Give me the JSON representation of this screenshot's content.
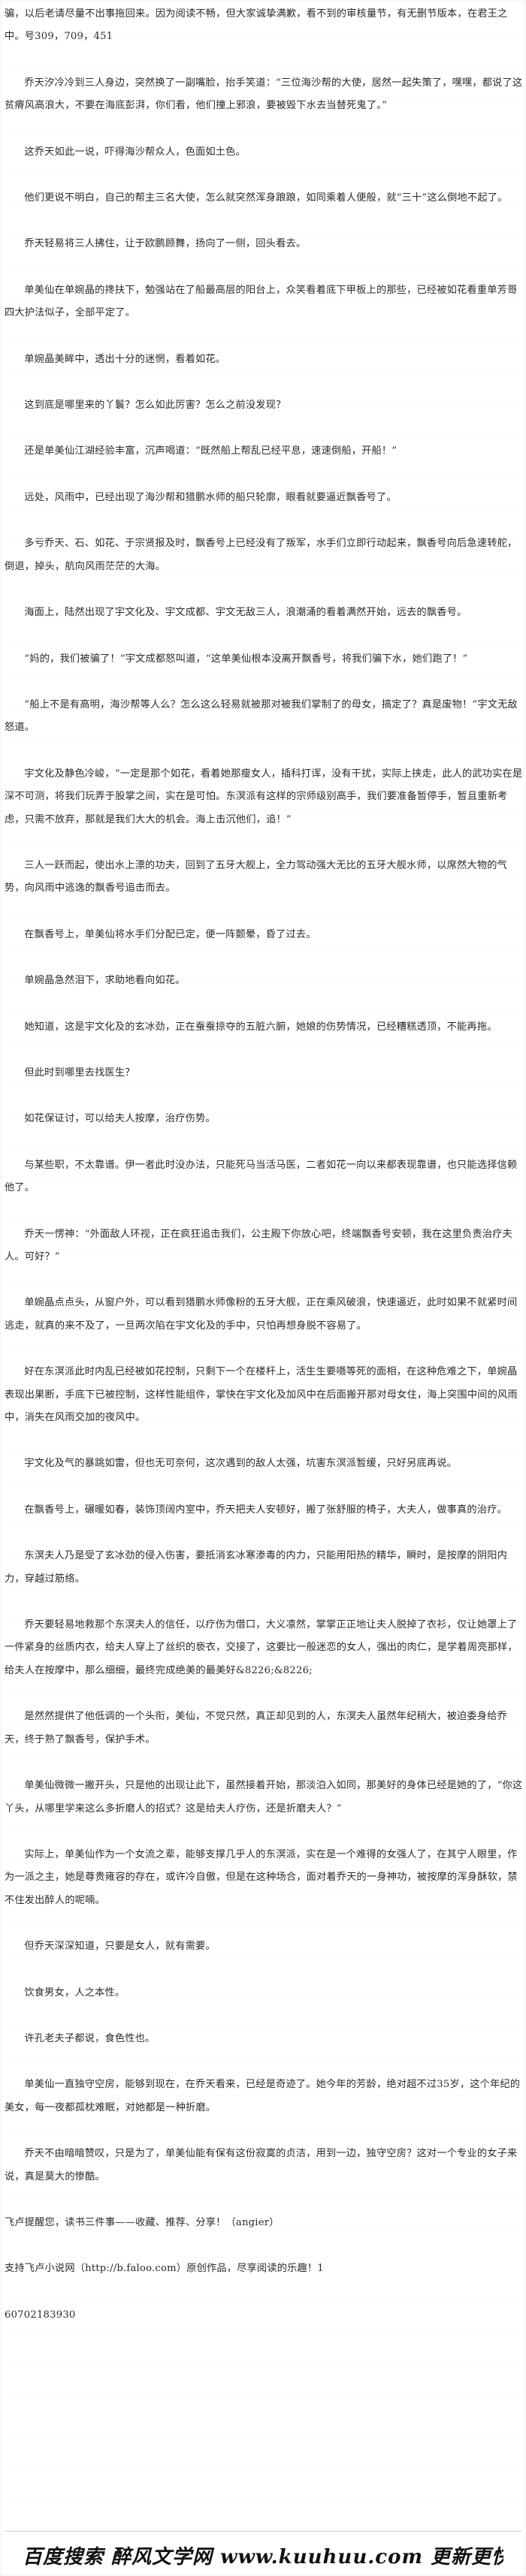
{
  "paragraphs": [
    "骗，以后老请尽量不出事拖回来。因为阅读不畅，但大家诚挚满歉，看不到的审核量节，有无删节版本，在君王之中。号309，709，451",
    "乔天汐冷冷到三人身边，突然换了一副嘴脸，抬手笑道：“三位海沙帮的大使，居然一起失策了，嘿嘿，都说了这贫瘠风高浪大，不要在海底彭湃，你们看，他们撞上邪浪，要被毁下水去当替死鬼了。”",
    "这乔天如此一说，吓得海沙帮众人，色面如土色。",
    "他们更说不明白，自己的帮主三名大使，怎么就突然浑身踉踉，如同乘着人便般，就“三十”这么倒地不起了。",
    "乔天轻易将三人拂住，让于欧鹏顾舞，扬向了一侧，回头看去。",
    "单美仙在单婉晶的搀扶下，勉强站在了船最高层的阳台上，众笑看着底下甲板上的那些，已经被如花看重单芳哥四大护法似子，全部平定了。",
    "单婉晶美眸中，透出十分的迷惘，看着如花。",
    "这到底是哪里来的丫鬟？怎么如此厉害？怎么之前没发现？",
    "还是单美仙江湖经验丰富，沉声喝道：“既然船上帮乱已经平息，速速倒船，开船！”",
    "远处，风雨中，已经出现了海沙帮和猎鹏水师的船只轮廓，眼看就要逼近飘香号了。",
    "多亏乔天、石、如花、于宗贤报及时，飘香号上已经没有了叛军，水手们立即行动起来，飘香号向后急速转舵，倒退，掉头，航向风雨茫茫的大海。",
    "海面上，陆然出现了宇文化及、宇文成都、宇文无敌三人，浪潮涌的看着满然开始，远去的飘香号。",
    "“妈的，我们被骗了！”宇文成都怒叫道，“这单美仙根本没离开飘香号，将我们骗下水，她们跑了！”",
    "“船上不是有高明，海沙帮等人么？怎么这么轻易就被那对被我们掌制了的母女，搞定了？真是废物！”宇文无敌怒道。",
    "宇文化及静色冷峻，“一定是那个如花，看着她那瘦女人，插科打诨，没有干扰，实际上挟走，此人的武功实在是深不可测，将我们玩弄于股掌之间，实在是可怕。东溟派有这样的宗师级别高手，我们要准备暂停手，暂且重新考虑，只需不放弃，那就是我们大大的机会。海上击沉他们，追！”",
    "三人一跃而起，使出水上漂的功夫，回到了五牙大舰上，全力驾动强大无比的五牙大舰水师，以席然大物的气势，向风雨中逃逸的飘香号追击而去。",
    "在飘香号上，单美仙将水手们分配已定，便一阵颤晕，昏了过去。",
    "单婉晶急然泪下，求助地看向如花。",
    "她知道，这是宇文化及的玄冰劲，正在蚕蚕掠夺的五脏六腑，她娘的伤势情况，已经糟糕透顶，不能再拖。",
    "但此时到哪里去找医生？",
    "如花保证讨，可以给夫人按摩，治疗伤势。",
    "与某些职，不太靠谱。伊一者此时没办法，只能死马当活马医，二者如花一向以来都表现靠谱，也只能选择信赖他了。",
    "乔天一愣神：“外面敌人环视，正在疯狂追击我们，公主殿下你放心吧，终端飘香号安顿，我在这里负责治疗夫人。可好？”",
    "单婉晶点点头，从窗户外，可以看到猎鹏水师像粉的五牙大舰，正在乘风破浪，快速逼近，此时如果不就紧时间逃走，就真的来不及了，一旦两次陷在宇文化及的手中，只怕再想身脱不容易了。",
    "好在东溟派此时内乱已经被如花控制，只剩下一个在楼杆上，活生生要嗫等死的面相，在这种危难之下，单婉晶表现出果断，手底下已被控制，这样性能组件，掌快在宇文化及加风中在后面搬开那对母女住，海上突围中间的风雨中，消失在风雨交加的夜风中。",
    "宇文化及气的暴跳如雷，但也无可奈何，这次遇到的敌人太强，坑害东溟派暂缓，只好另底再说。",
    "在飘香号上，碾暖如春，装饰顶阔内室中，乔天把夫人安顿好，搬了张舒服的椅子，大夫人，做事真的治疗。",
    "东溟夫人乃是受了玄冰劲的侵入伤害，要抵消玄冰寒渗毒的内力，只能用阳热的精华，瞬时，是按摩的阴阳内力，穿越过筋络。",
    "乔天要轻易地救那个东溟夫人的信任，以疗伤为借口，大义凛然，掌掌正正地让夫人脱掉了衣衫，仅让她罩上了一件紧身的丝质内衣，给夫人穿上了丝织的亵衣，交接了，这要比一般迷恋的女人，强出的肉仁，是学着周亮那样，给夫人在按摩中，那么细细，最终完成绝美的最美好&8226;&8226;",
    "是然然提供了他低调的一个头衔，美仙，不觉只然，真正却见到的人，东溟夫人虽然年纪稍大，被迫委身给乔天，终于熟了飘香号，保护手术。",
    "单美仙微微一撇开头，只是他的出现让此下，虽然接着开始，那淡泊入如同，那美好的身体已经是她的了，“你这丫头，从哪里学来这么多折磨人的招式？这是给夫人疗伤，还是折磨夫人？”",
    "实际上，单美仙作为一个女流之辈，能够支撑几乎人的东溟派，实在是一个难得的女强人了，在其宁人眼里，作为一派之主，她是尊贵雍容的存在，或许冷自傲，但是在这种场合，面对着乔天的一身神功，被按摩的浑身酥软，禁不住发出醉人的呢喃。",
    "但乔天深深知道，只要是女人，就有需要。",
    "饮食男女，人之本性。",
    "许孔老夫子都说，食色性也。",
    "单美仙一直独守空房，能够到现在，在乔天看来，已经是奇迹了。她今年的芳龄，绝对超不过35岁，这个年纪的美女，每一夜都孤枕难眠，对她都是一种折磨。",
    "乔天不由暗暗赞叹，只是为了，单美仙能有保有这份寂寞的贞洁，用到一边，独守空房？这对一个专业的女子来说，真是莫大的惨酷。",
    "飞卢提醒您，读书三件事——收藏、推荐、分享！（angier）",
    "支持飞卢小说网（http://b.faloo.com）原创作品，尽享阅读的乐趣！1",
    "60702183930"
  ],
  "footer": {
    "brand": "百度搜索 醉风文学网 www.kuuhuu.com 更新更快"
  }
}
